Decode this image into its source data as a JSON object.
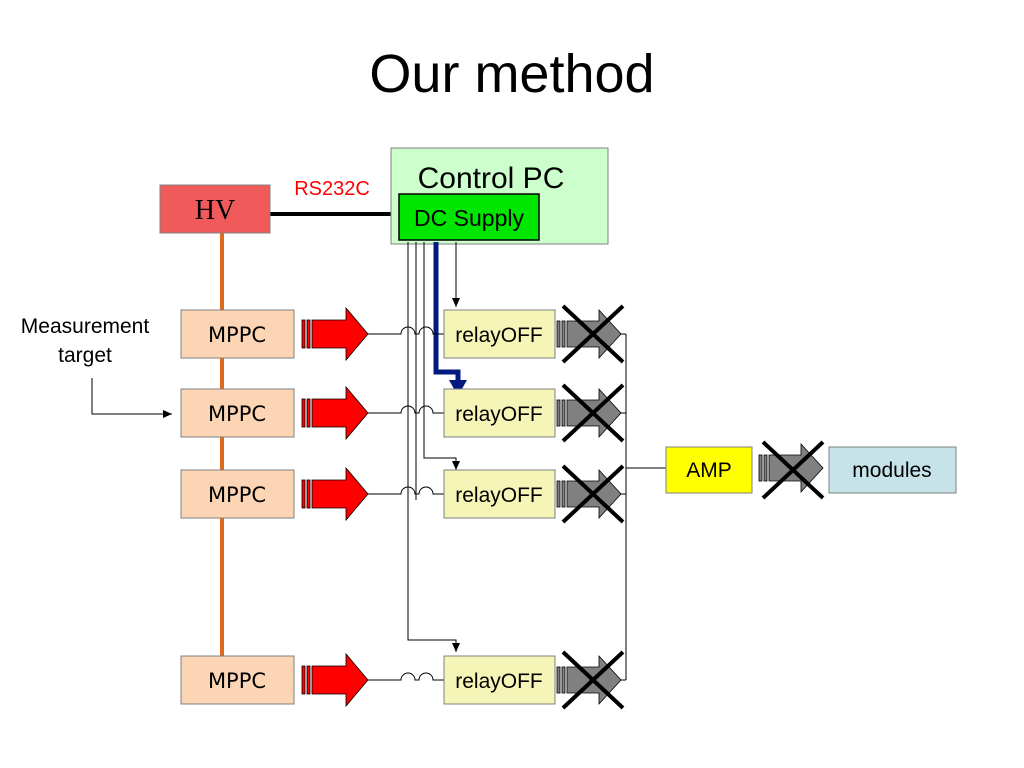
{
  "title": "Our method",
  "hv": {
    "label": "HV"
  },
  "rs232c": {
    "label": "RS232C"
  },
  "control_pc": {
    "label": "Control PC"
  },
  "dc_supply": {
    "label": "DC Supply"
  },
  "measurement_target": {
    "line1": "Measurement",
    "line2": "target"
  },
  "mppc": [
    {
      "label": "MPPC"
    },
    {
      "label": "MPPC"
    },
    {
      "label": "MPPC"
    },
    {
      "label": "MPPC"
    }
  ],
  "relays": [
    {
      "label": "relayOFF"
    },
    {
      "label": "relayOFF"
    },
    {
      "label": "relayOFF"
    },
    {
      "label": "relayOFF"
    }
  ],
  "amp": {
    "label": "AMP"
  },
  "modules": {
    "label": "modules"
  },
  "colors": {
    "hv": "#f15a5a",
    "control_pc": "#ccffcc",
    "dc_supply": "#00e600",
    "mppc": "#fcd5b5",
    "relay": "#f5f5b8",
    "amp": "#ffff00",
    "modules": "#c5e3e8",
    "hv_line": "#e06a1c",
    "dc_path": "#001a80",
    "rs232c": "#ff0000",
    "arrow": "#ff0000",
    "connector": "#808080"
  }
}
